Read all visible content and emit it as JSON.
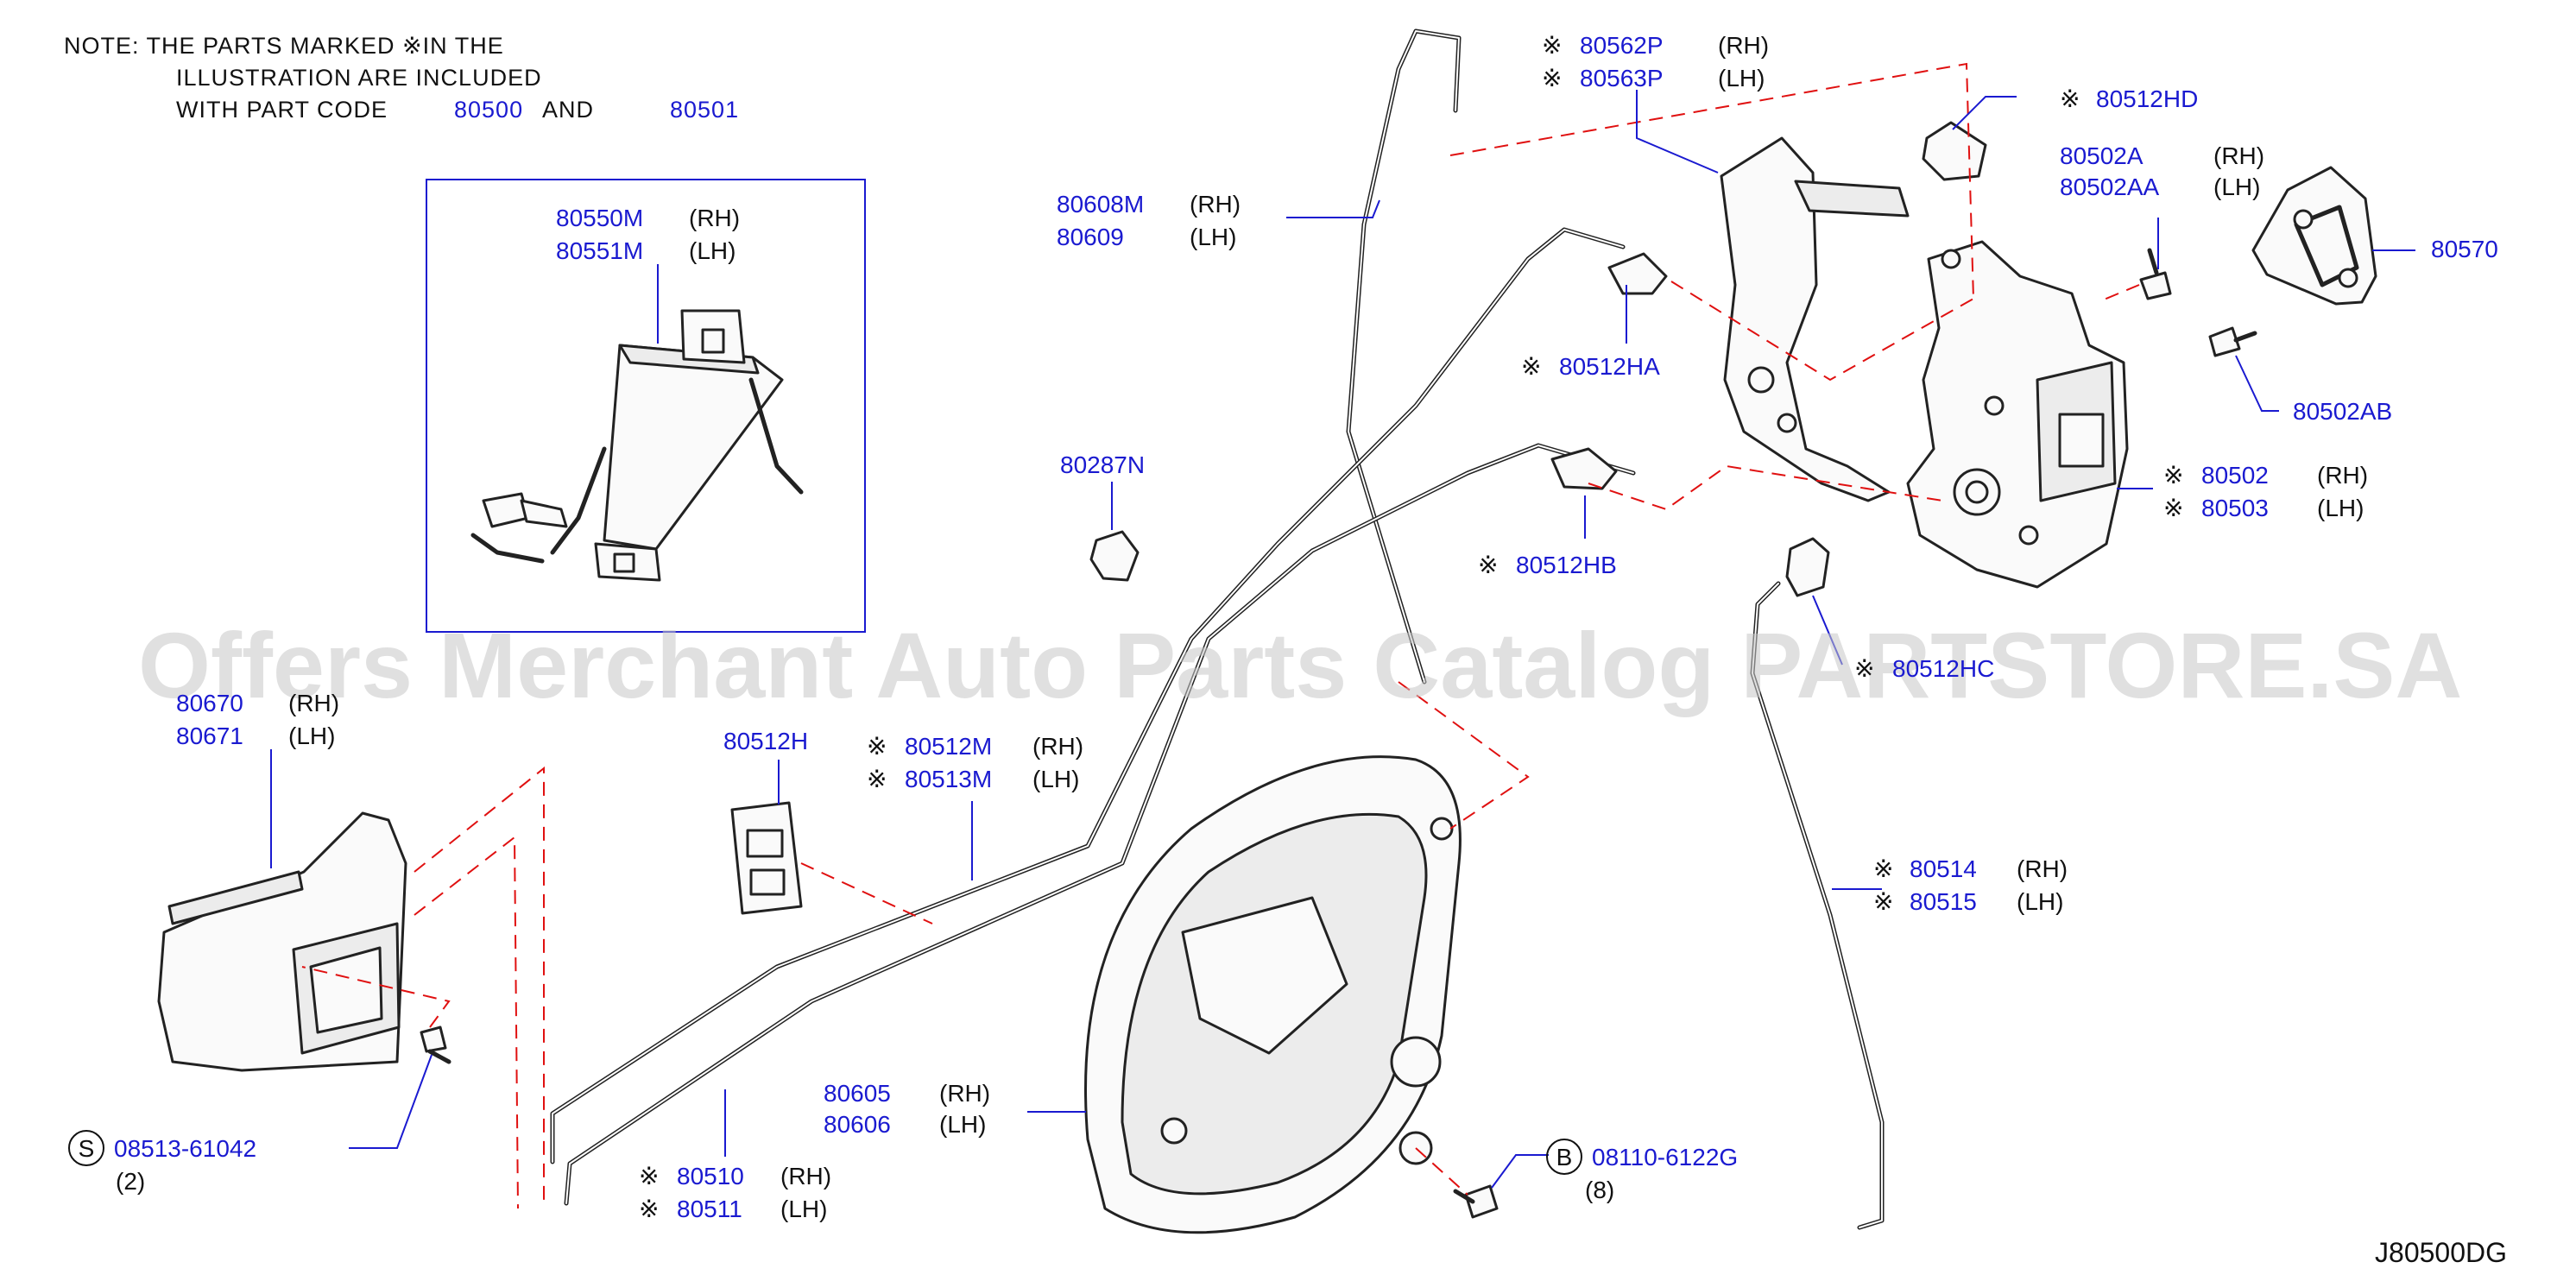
{
  "note": {
    "line1": "NOTE:   THE   PARTS   MARKED   ※IN   THE",
    "line2": "ILLUSTRATION   ARE   INCLUDED",
    "line3_prefix": "WITH    PART    CODE",
    "code1": "80500",
    "and": "AND",
    "code2": "80501"
  },
  "watermark": "Offers Merchant Auto Parts Catalog PARTSTORE.SA",
  "diagram_code": "J80500DG",
  "callouts": {
    "c80550": {
      "pn1": "80550M",
      "s1": "(RH)",
      "pn2": "80551M",
      "s2": "(LH)"
    },
    "c80562": {
      "m": "※",
      "pn1": "80562P",
      "s1": "(RH)",
      "pn2": "80563P",
      "s2": "(LH)"
    },
    "c80512HD": {
      "m": "※",
      "pn": "80512HD"
    },
    "c80502A": {
      "pn1": "80502A",
      "s1": "(RH)",
      "pn2": "80502AA",
      "s2": "(LH)"
    },
    "c80570": {
      "pn": "80570"
    },
    "c80608": {
      "pn1": "80608M",
      "s1": "(RH)",
      "pn2": "80609",
      "s2": "(LH)"
    },
    "c80512HA": {
      "m": "※",
      "pn": "80512HA"
    },
    "c80502AB": {
      "pn": "80502AB"
    },
    "c80287N": {
      "pn": "80287N"
    },
    "c80502": {
      "m": "※",
      "pn1": "80502",
      "s1": "(RH)",
      "pn2": "80503",
      "s2": "(LH)"
    },
    "c80512HB": {
      "m": "※",
      "pn": "80512HB"
    },
    "c80512HC": {
      "m": "※",
      "pn": "80512HC"
    },
    "c80670": {
      "pn1": "80670",
      "s1": "(RH)",
      "pn2": "80671",
      "s2": "(LH)"
    },
    "c80512H": {
      "pn": "80512H"
    },
    "c80512M": {
      "m": "※",
      "pn1": "80512M",
      "s1": "(RH)",
      "pn2": "80513M",
      "s2": "(LH)"
    },
    "c80514": {
      "m": "※",
      "pn1": "80514",
      "s1": "(RH)",
      "pn2": "80515",
      "s2": "(LH)"
    },
    "c80605": {
      "pn1": "80605",
      "s1": "(RH)",
      "pn2": "80606",
      "s2": "(LH)"
    },
    "c08513": {
      "badge": "S",
      "pn": "08513-61042",
      "qty": "(2)"
    },
    "c80510": {
      "m": "※",
      "pn1": "80510",
      "s1": "(RH)",
      "pn2": "80511",
      "s2": "(LH)"
    },
    "c08110": {
      "badge": "B",
      "pn": "08110-6122G",
      "qty": "(8)"
    }
  }
}
